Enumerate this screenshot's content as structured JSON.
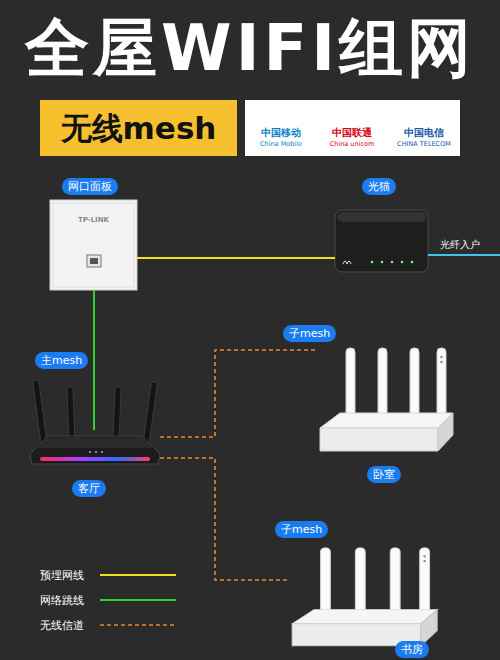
{
  "diagram": {
    "title": "全屋WIFI组网",
    "nodes": [
      {
        "text": [
          "无线mesh"
        ]
      },
      {
        "text": [
          "中国移动",
          "China Mobile",
          "中国联通",
          "China unicom",
          "中国电信",
          "CHINA TELECOM"
        ]
      },
      {
        "text": [
          "网口面板",
          "TP-LINK"
        ]
      },
      {
        "text": [
          "光猫"
        ]
      },
      {
        "text": [
          "主mesh",
          "客厅"
        ]
      },
      {
        "text": [
          "子mesh",
          "卧室"
        ]
      },
      {
        "text": [
          "子mesh",
          "书房"
        ]
      }
    ],
    "edges": [
      {
        "from": 2,
        "to": 3,
        "arrow": "none"
      },
      {
        "from": 2,
        "to": 4,
        "arrow": "none"
      },
      {
        "from": 4,
        "to": 5,
        "arrow": "none"
      },
      {
        "from": 4,
        "to": 6,
        "arrow": "none"
      }
    ],
    "labels": [
      "光纤入户"
    ],
    "legend": [
      {
        "text": "预埋网线"
      },
      {
        "text": "网络跳线"
      },
      {
        "text": "无线信道"
      }
    ]
  }
}
